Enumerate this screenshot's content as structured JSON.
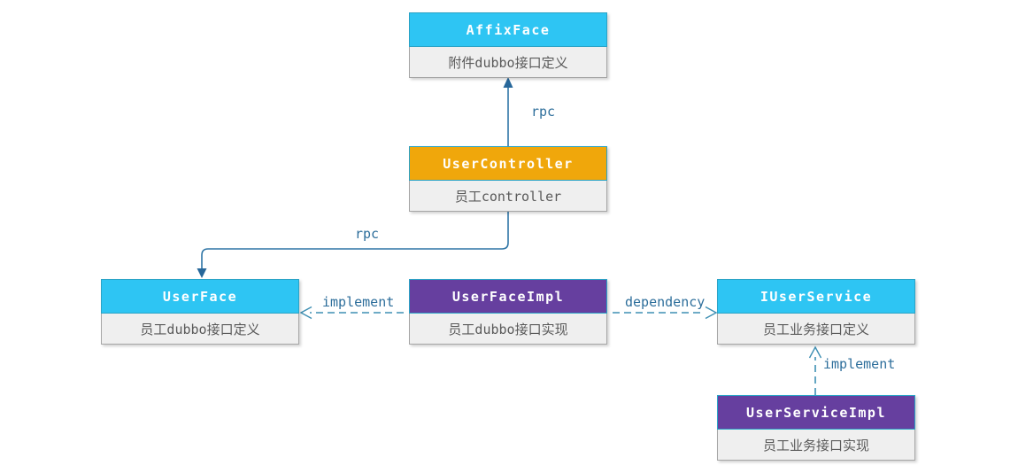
{
  "diagram": {
    "nodes": [
      {
        "id": "affix-face",
        "title": "AffixFace",
        "subtitle": "附件dubbo接口定义",
        "header_color": "#2EC5F3"
      },
      {
        "id": "user-controller",
        "title": "UserController",
        "subtitle": "员工controller",
        "header_color": "#F0A70B"
      },
      {
        "id": "user-face",
        "title": "UserFace",
        "subtitle": "员工dubbo接口定义",
        "header_color": "#2EC5F3"
      },
      {
        "id": "user-face-impl",
        "title": "UserFaceImpl",
        "subtitle": "员工dubbo接口实现",
        "header_color": "#663F9F"
      },
      {
        "id": "i-user-service",
        "title": "IUserService",
        "subtitle": "员工业务接口定义",
        "header_color": "#2EC5F3"
      },
      {
        "id": "user-service-impl",
        "title": "UserServiceImpl",
        "subtitle": "员工业务接口实现",
        "header_color": "#663F9F"
      }
    ],
    "edges": [
      {
        "label": "rpc",
        "from": "user-controller",
        "to": "affix-face",
        "style": "solid"
      },
      {
        "label": "rpc",
        "from": "user-controller",
        "to": "user-face",
        "style": "solid"
      },
      {
        "label": "implement",
        "from": "user-face-impl",
        "to": "user-face",
        "style": "dashed"
      },
      {
        "label": "dependency",
        "from": "user-face-impl",
        "to": "i-user-service",
        "style": "dashed"
      },
      {
        "label": "implement",
        "from": "user-service-impl",
        "to": "i-user-service",
        "style": "dashed"
      }
    ],
    "colors": {
      "cyan_header": "#2EC5F3",
      "orange_header": "#F0A70B",
      "purple_header": "#663F9F",
      "solid_line": "#2E75A6",
      "dashed_line": "#3E8FB3",
      "label_text": "#2D6E9B",
      "header_text": "#FFFFFF",
      "body_text": "#5A5A5A",
      "body_bg": "#EFEFEF"
    }
  }
}
